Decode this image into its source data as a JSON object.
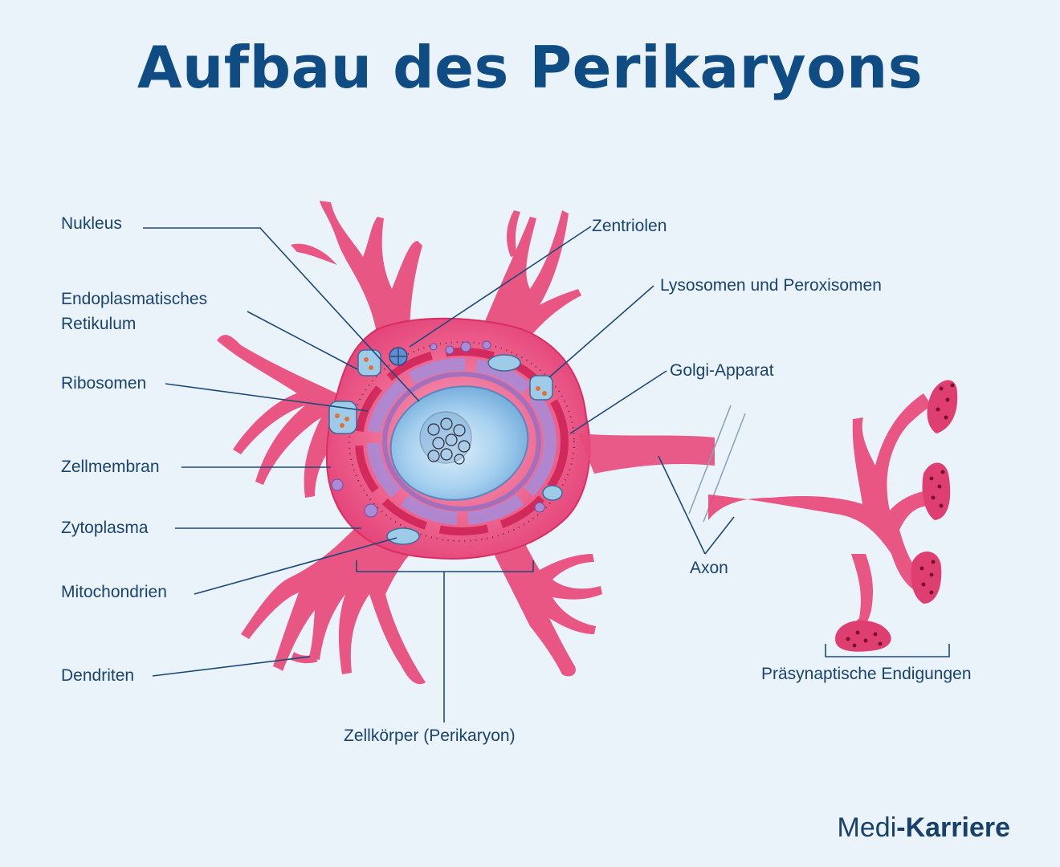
{
  "title": "Aufbau des Perikaryons",
  "labels": {
    "nukleus": "Nukleus",
    "er_line1": "Endoplasmatisches",
    "er_line2": "Retikulum",
    "ribosomen": "Ribosomen",
    "zellmembran": "Zellmembran",
    "zytoplasma": "Zytoplasma",
    "mitochondrien": "Mitochondrien",
    "dendriten": "Dendriten",
    "zentriolen": "Zentriolen",
    "lysosomen": "Lysosomen und Peroxisomen",
    "golgi": "Golgi-Apparat",
    "axon": "Axon",
    "zellkoerper": "Zellkörper (Perikaryon)",
    "praesynaptisch": "Präsynaptische Endigungen"
  },
  "brand": {
    "part1": "Medi",
    "dot": "-",
    "part2": "Karriere"
  },
  "colors": {
    "cell": "#e8497a",
    "cell_dark": "#d2285a",
    "nucleus": "#8ec1e6",
    "er": "#a98bd6",
    "leader": "#1c4a78"
  }
}
